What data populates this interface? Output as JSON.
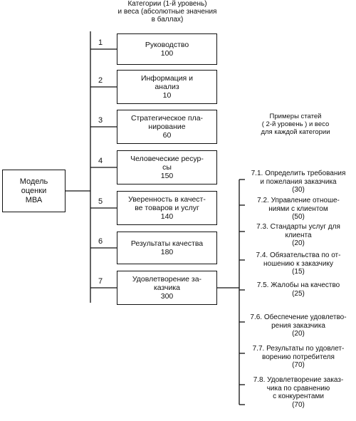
{
  "header": {
    "lines": [
      "Категории (1-й уровень)",
      "и веса (абсолютные значения",
      "в баллах)"
    ]
  },
  "model": {
    "lines": [
      "Модель",
      "оценки",
      "МВА"
    ]
  },
  "categories": [
    {
      "num": "1",
      "label_lines": [
        "Руководство"
      ],
      "value": "100"
    },
    {
      "num": "2",
      "label_lines": [
        "Информация и",
        "анализ"
      ],
      "value": "10"
    },
    {
      "num": "3",
      "label_lines": [
        "Стратегическое пла-",
        "нирование"
      ],
      "value": "60"
    },
    {
      "num": "4",
      "label_lines": [
        "Человеческие ресур-",
        "сы"
      ],
      "value": "150"
    },
    {
      "num": "5",
      "label_lines": [
        "Уверенность в качест-",
        "ве товаров и услуг"
      ],
      "value": "140"
    },
    {
      "num": "6",
      "label_lines": [
        "Результаты качества"
      ],
      "value": "180"
    },
    {
      "num": "7",
      "label_lines": [
        "Удовлетворение за-",
        "казчика"
      ],
      "value": "300"
    }
  ],
  "examples_header": {
    "lines": [
      "Примеры статей",
      "( 2-й уровень ) и весо",
      "для каждой категории"
    ]
  },
  "items": [
    {
      "label_lines": [
        "7.1. Определить требования",
        "и пожелания заказчика"
      ],
      "value": "(30)"
    },
    {
      "label_lines": [
        "7.2. Управление отноше-",
        "ниями с клиентом"
      ],
      "value": "(50)"
    },
    {
      "label_lines": [
        "7.3. Стандарты услуг для",
        "клиента"
      ],
      "value": "(20)"
    },
    {
      "label_lines": [
        "7.4. Обязательства по от-",
        "ношению к заказчику"
      ],
      "value": "(15)"
    },
    {
      "label_lines": [
        "7.5. Жалобы на качество"
      ],
      "value": "(25)"
    },
    {
      "label_lines": [
        "7.6. Обеспечение удовлетво-",
        "рения заказчика"
      ],
      "value": "(20)"
    },
    {
      "label_lines": [
        "7.7. Результаты по удовлет-",
        "ворению потребителя"
      ],
      "value": "(70)"
    },
    {
      "label_lines": [
        "7.8. Удовлетворение заказ-",
        "чика по сравнению",
        "с конкурентами"
      ],
      "value": "(70)"
    }
  ]
}
